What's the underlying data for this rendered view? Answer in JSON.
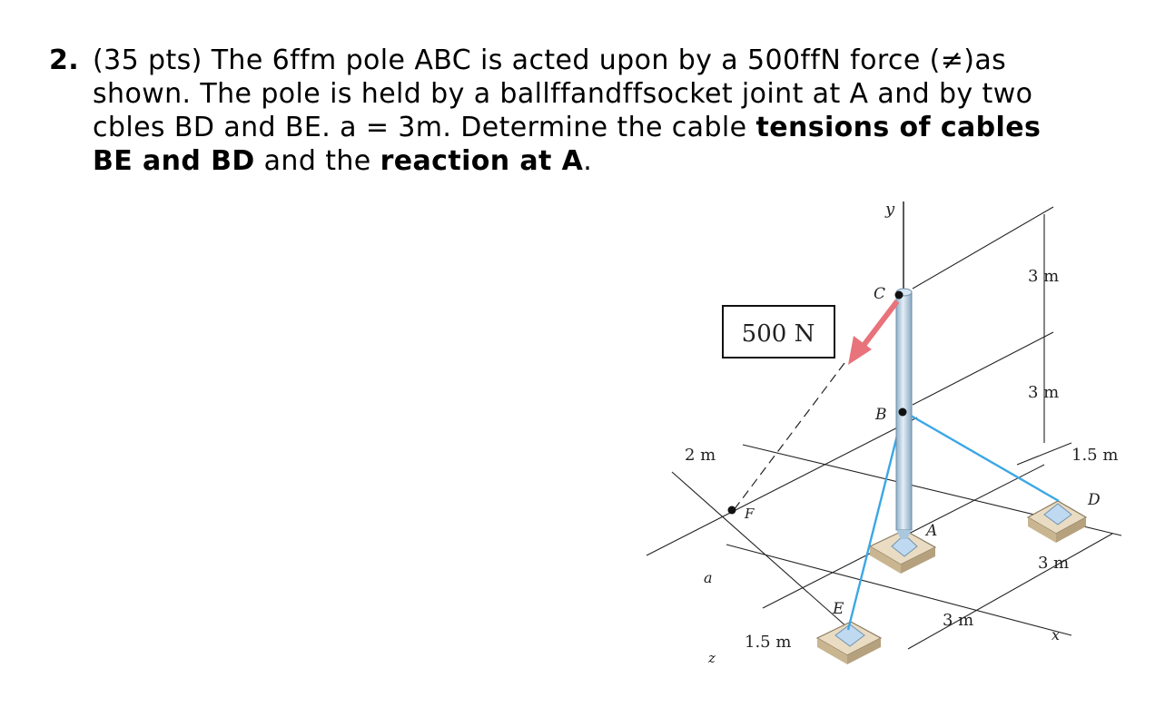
{
  "problem": {
    "number": "2.",
    "line1": "(35 pts) The 6ffm pole ABC is acted upon by a 500ffN force (",
    "symbol": "≠",
    "line1_end": ")as",
    "line2": "shown. The pole is held by a ballffandffsocket joint at A and by two",
    "line3_pre": "cbles BD and BE. a = 3m. Determine the cable ",
    "line3_bold": "tensions of cables",
    "line4_bold1": "BE and BD",
    "line4_mid": " and the ",
    "line4_bold2": "reaction at A",
    "line4_end": "."
  },
  "figure": {
    "force_box": "500 N",
    "points": {
      "A": "A",
      "B": "B",
      "C": "C",
      "D": "D",
      "E": "E",
      "F": "F"
    },
    "axes": {
      "x": "x",
      "y": "y",
      "z": "z"
    },
    "dims": {
      "c_b": "3 m",
      "b_ground": "3 m",
      "d_offset": "1.5 m",
      "a_d": "3 m",
      "e_a": "3 m",
      "e_offset": "1.5 m",
      "f_width": "2 m",
      "a_dim": "a"
    },
    "colors": {
      "cable": "#3ba7e6",
      "force": "#e8737a",
      "pole": "#b9d3e6",
      "base": "#d9cbb0"
    }
  }
}
